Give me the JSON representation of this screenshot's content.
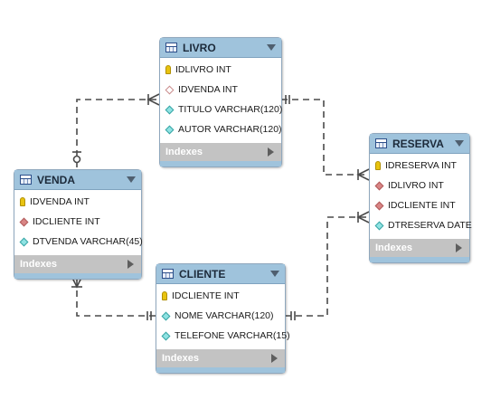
{
  "entities": {
    "livro": {
      "title": "LIVRO",
      "columns": [
        {
          "text": "IDLIVRO INT",
          "icon": "primary-key-icon"
        },
        {
          "text": "IDVENDA INT",
          "icon": "foreign-key-hollow-icon"
        },
        {
          "text": "TITULO VARCHAR(120)",
          "icon": "attribute-icon"
        },
        {
          "text": "AUTOR VARCHAR(120)",
          "icon": "attribute-icon"
        }
      ],
      "indexes_label": "Indexes"
    },
    "venda": {
      "title": "VENDA",
      "columns": [
        {
          "text": "IDVENDA INT",
          "icon": "primary-key-icon"
        },
        {
          "text": "IDCLIENTE INT",
          "icon": "foreign-key-icon"
        },
        {
          "text": "DTVENDA VARCHAR(45)",
          "icon": "attribute-icon"
        }
      ],
      "indexes_label": "Indexes"
    },
    "cliente": {
      "title": "CLIENTE",
      "columns": [
        {
          "text": "IDCLIENTE INT",
          "icon": "primary-key-icon"
        },
        {
          "text": "NOME VARCHAR(120)",
          "icon": "attribute-icon"
        },
        {
          "text": "TELEFONE VARCHAR(15)",
          "icon": "attribute-icon"
        }
      ],
      "indexes_label": "Indexes"
    },
    "reserva": {
      "title": "RESERVA",
      "columns": [
        {
          "text": "IDRESERVA INT",
          "icon": "primary-key-icon"
        },
        {
          "text": "IDLIVRO INT",
          "icon": "foreign-key-icon"
        },
        {
          "text": "IDCLIENTE INT",
          "icon": "foreign-key-icon"
        },
        {
          "text": "DTRESERVA DATE",
          "icon": "attribute-icon"
        }
      ],
      "indexes_label": "Indexes"
    }
  },
  "relationships": [
    {
      "from": "VENDA",
      "to": "LIVRO",
      "from_end": "zero-or-one",
      "to_end": "many"
    },
    {
      "from": "LIVRO",
      "to": "RESERVA",
      "from_end": "one",
      "to_end": "many"
    },
    {
      "from": "CLIENTE",
      "to": "VENDA",
      "from_end": "one",
      "to_end": "many"
    },
    {
      "from": "CLIENTE",
      "to": "RESERVA",
      "from_end": "one",
      "to_end": "many"
    }
  ],
  "colors": {
    "header": "#9fc3dc",
    "footer": "#c3c3c3",
    "connector": "#4a4a4a",
    "primary_key": "#e8c30f",
    "foreign_key": "#d98585",
    "attribute": "#8fe3e3"
  }
}
